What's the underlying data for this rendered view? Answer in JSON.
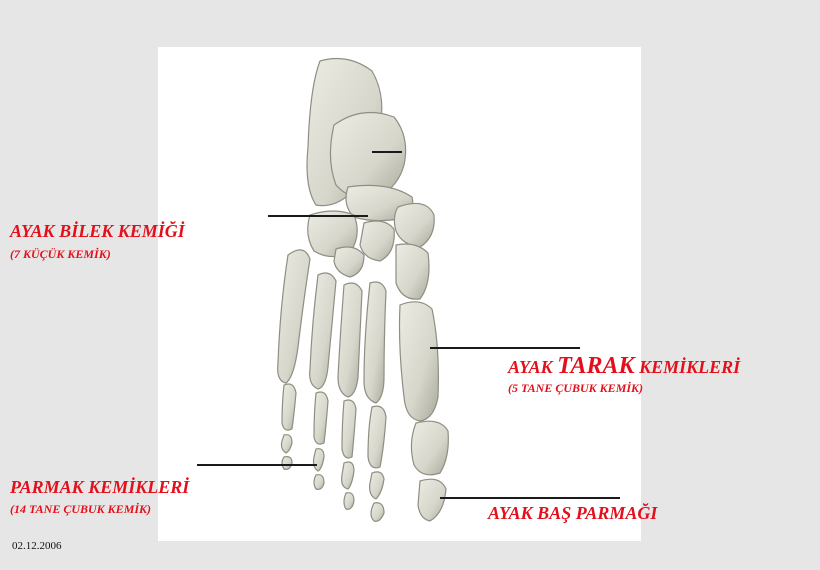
{
  "labels": {
    "tarsal_title": "AYAK BİLEK KEMİĞİ",
    "tarsal_sub": "(7 KÜÇÜK KEMİK)",
    "metatarsal_pre": "AYAK ",
    "metatarsal_big": "TARAK",
    "metatarsal_post": " KEMİKLERİ",
    "metatarsal_sub": "(5 TANE ÇUBUK KEMİK)",
    "phalanx_title": "PARMAK KEMİKLERİ",
    "phalanx_sub": "(14 TANE ÇUBUK KEMİK)",
    "big_toe": "AYAK BAŞ PARMAĞI"
  },
  "footer": {
    "date": "02.12.2006"
  },
  "colors": {
    "background": "#e6e6e6",
    "label": "#e3101b",
    "bone": "#d9d9cf",
    "bone_shadow": "#a9a99c"
  },
  "figure": {
    "image_icon": "foot-bones-illustration"
  }
}
